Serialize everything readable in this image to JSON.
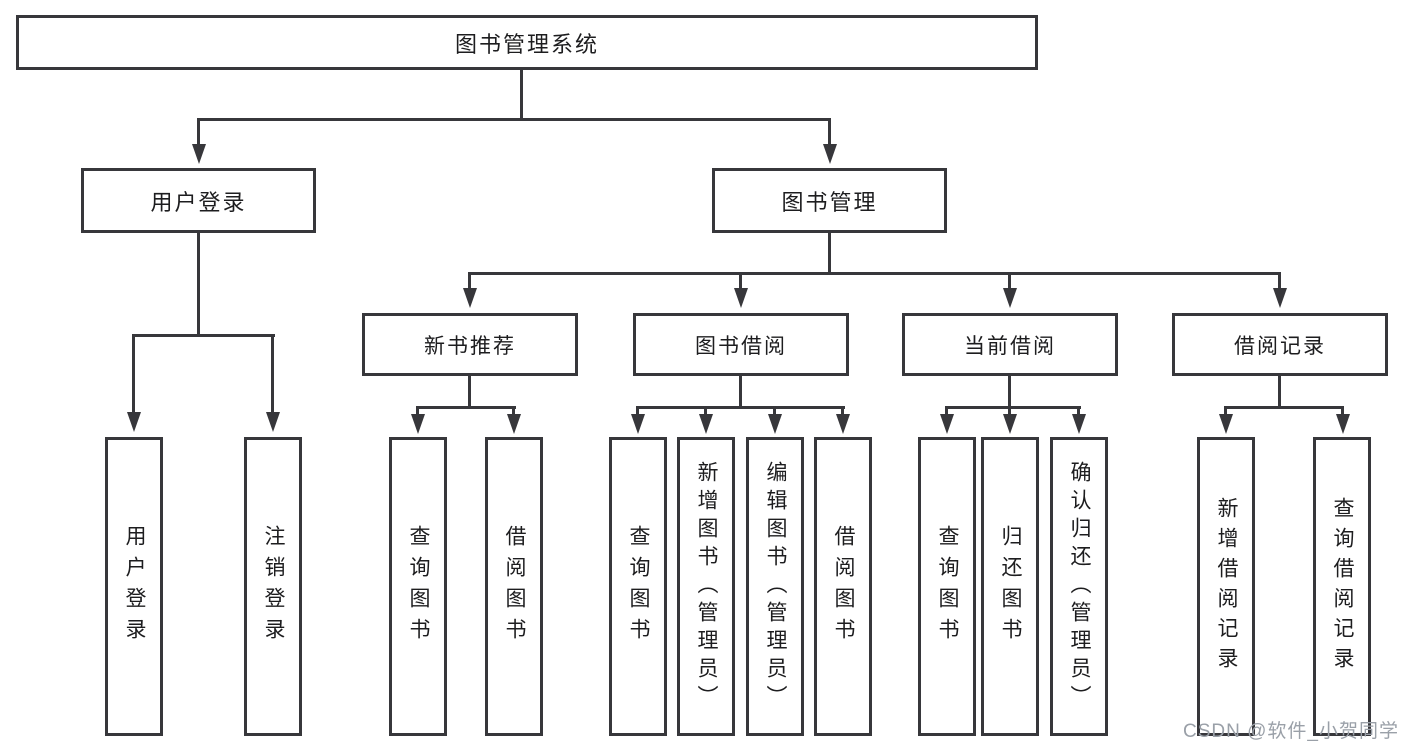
{
  "diagram": {
    "type": "hierarchy-tree",
    "tree": {
      "root": {
        "label": "图书管理系统",
        "children": [
          {
            "label": "用户登录",
            "children": [
              {
                "label": "用户登录"
              },
              {
                "label": "注销登录"
              }
            ]
          },
          {
            "label": "图书管理",
            "children": [
              {
                "label": "新书推荐",
                "children": [
                  {
                    "label": "查询图书"
                  },
                  {
                    "label": "借阅图书"
                  }
                ]
              },
              {
                "label": "图书借阅",
                "children": [
                  {
                    "label": "查询图书"
                  },
                  {
                    "label": "新增图书（管理员）"
                  },
                  {
                    "label": "编辑图书（管理员）"
                  },
                  {
                    "label": "借阅图书"
                  }
                ]
              },
              {
                "label": "当前借阅",
                "children": [
                  {
                    "label": "查询图书"
                  },
                  {
                    "label": "归还图书"
                  },
                  {
                    "label": "确认归还（管理员）"
                  }
                ]
              },
              {
                "label": "借阅记录",
                "children": [
                  {
                    "label": "新增借阅记录"
                  },
                  {
                    "label": "查询借阅记录"
                  }
                ]
              }
            ]
          }
        ]
      }
    },
    "colors": {
      "line": "#37373b",
      "box_border": "#37373b",
      "box_background": "#ffffff",
      "text": "#1d1d1f",
      "canvas_background": "#ffffff",
      "watermark": "#9aa0a8"
    }
  },
  "watermark": {
    "text": "CSDN @软件_小贺同学"
  }
}
